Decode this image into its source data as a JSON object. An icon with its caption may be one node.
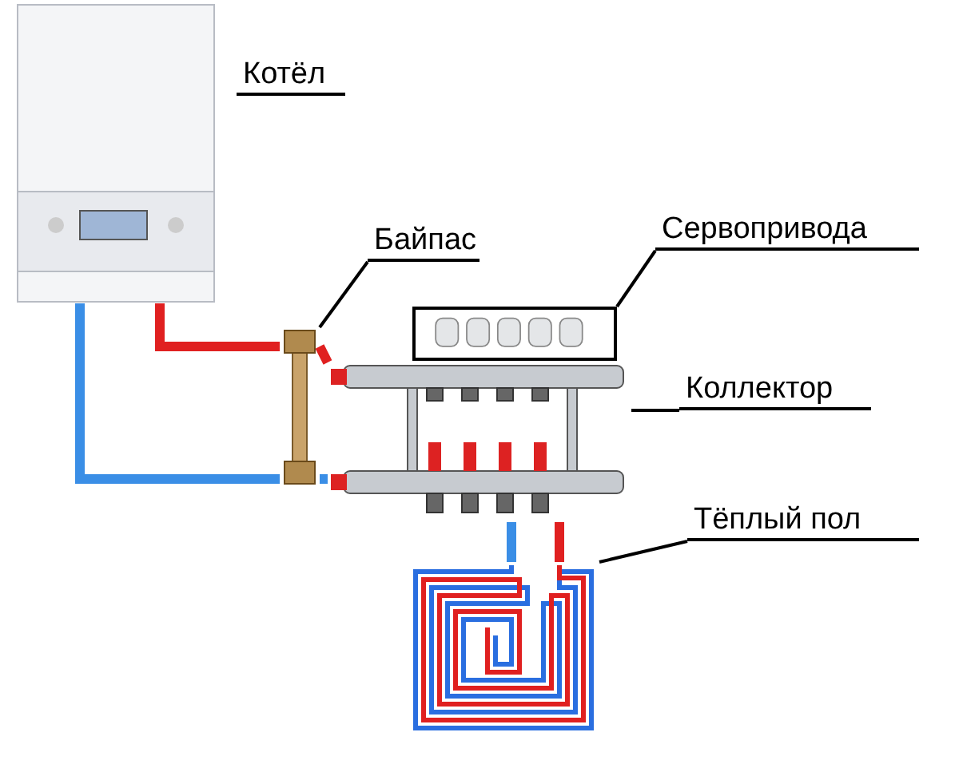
{
  "diagram": {
    "nodes": [
      {
        "text": [],
        "shape": "picture",
        "beside": [
          "Котёл"
        ]
      },
      {
        "text": [
          "Байпас"
        ]
      },
      {
        "text": [],
        "shape": "picture"
      },
      {
        "text": [
          "Сервопривода"
        ]
      },
      {
        "text": [],
        "shape": "box"
      },
      {
        "text": [
          "Коллектор"
        ]
      },
      {
        "text": [],
        "shape": "picture"
      },
      {
        "text": [
          "Тёплый пол"
        ]
      },
      {
        "text": [],
        "shape": "picture"
      }
    ],
    "edges": [
      {
        "from": 1,
        "to": 2,
        "arrow": "none"
      },
      {
        "from": 3,
        "to": 4,
        "arrow": "none"
      },
      {
        "from": 5,
        "to": 6,
        "arrow": "none"
      },
      {
        "from": 7,
        "to": 8,
        "arrow": "none"
      },
      {
        "from": 0,
        "to": 2,
        "arrow": "none",
        "color": "#e02020"
      },
      {
        "from": 0,
        "to": 2,
        "arrow": "none",
        "color": "#3a8ee6"
      },
      {
        "from": 2,
        "to": 6,
        "arrow": "none",
        "color": "#e02020"
      },
      {
        "from": 2,
        "to": 6,
        "arrow": "none",
        "color": "#3a8ee6"
      },
      {
        "from": 6,
        "to": 8,
        "arrow": "none",
        "color": "#3a8ee6"
      },
      {
        "from": 6,
        "to": 8,
        "arrow": "none",
        "color": "#e02020"
      }
    ]
  }
}
